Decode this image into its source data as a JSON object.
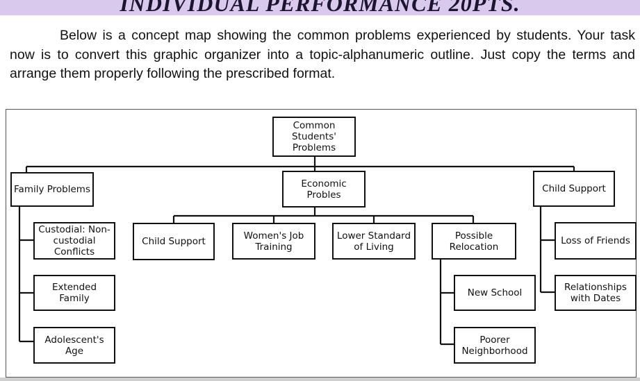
{
  "banner": {
    "title": "INDIVIDUAL PERFORMANCE 20PTS."
  },
  "intro": {
    "text": "Below is a concept map showing the common problems experienced by students. Your task now is to convert this graphic organizer into a topic-alphanumeric outline. Just copy the terms and arrange them properly following the prescribed format."
  },
  "concept_map": {
    "root": {
      "label": "Common Students' Problems"
    },
    "family": {
      "label": "Family Problems",
      "children": [
        {
          "label": "Custodial: Non-custodial Conflicts"
        },
        {
          "label": "Extended Family"
        },
        {
          "label": "Adolescent's Age"
        }
      ]
    },
    "economic": {
      "label": "Economic Probles",
      "children": [
        {
          "label": "Child Support"
        },
        {
          "label": "Women's Job Training"
        },
        {
          "label": "Lower Standard of Living"
        },
        {
          "label": "Possible Relocation"
        }
      ],
      "relocation_children": [
        {
          "label": "New School"
        },
        {
          "label": "Poorer Neighborhood"
        }
      ]
    },
    "child_support": {
      "label": "Child Support",
      "children": [
        {
          "label": "Loss of Friends"
        },
        {
          "label": "Relationships with Dates"
        }
      ]
    }
  },
  "colors": {
    "banner": "#d9c9ec",
    "line": "#111111",
    "frame": "#555555"
  }
}
